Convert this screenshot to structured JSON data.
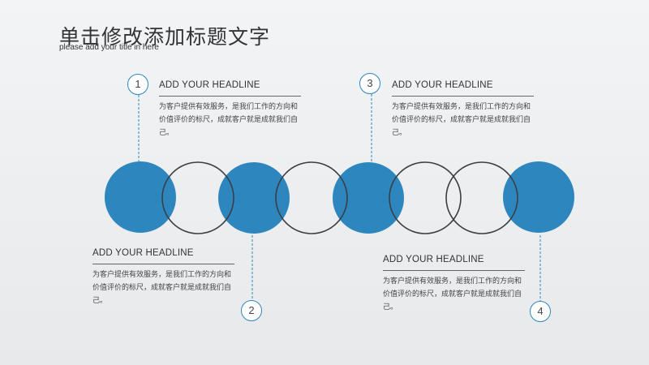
{
  "title": "单击修改添加标题文字",
  "subtitle": "please add your title in here",
  "items": [
    {
      "number": "1",
      "headline": "ADD YOUR HEADLINE",
      "desc": "为客户提供有效服务，是我们工作的方向和价值评价的标尺，成就客户就是成就我们自己。"
    },
    {
      "number": "2",
      "headline": "ADD YOUR HEADLINE",
      "desc": "为客户提供有效服务，是我们工作的方向和价值评价的标尺，成就客户就是成就我们自己。"
    },
    {
      "number": "3",
      "headline": "ADD YOUR HEADLINE",
      "desc": "为客户提供有效服务，是我们工作的方向和价值评价的标尺，成就客户就是成就我们自己。"
    },
    {
      "number": "4",
      "headline": "ADD YOUR HEADLINE",
      "desc": "为客户提供有效服务，是我们工作的方向和价值评价的标尺，成就客户就是成就我们自己。"
    }
  ],
  "colors": {
    "accent": "#2e86bf",
    "outline": "#3a3f44"
  }
}
